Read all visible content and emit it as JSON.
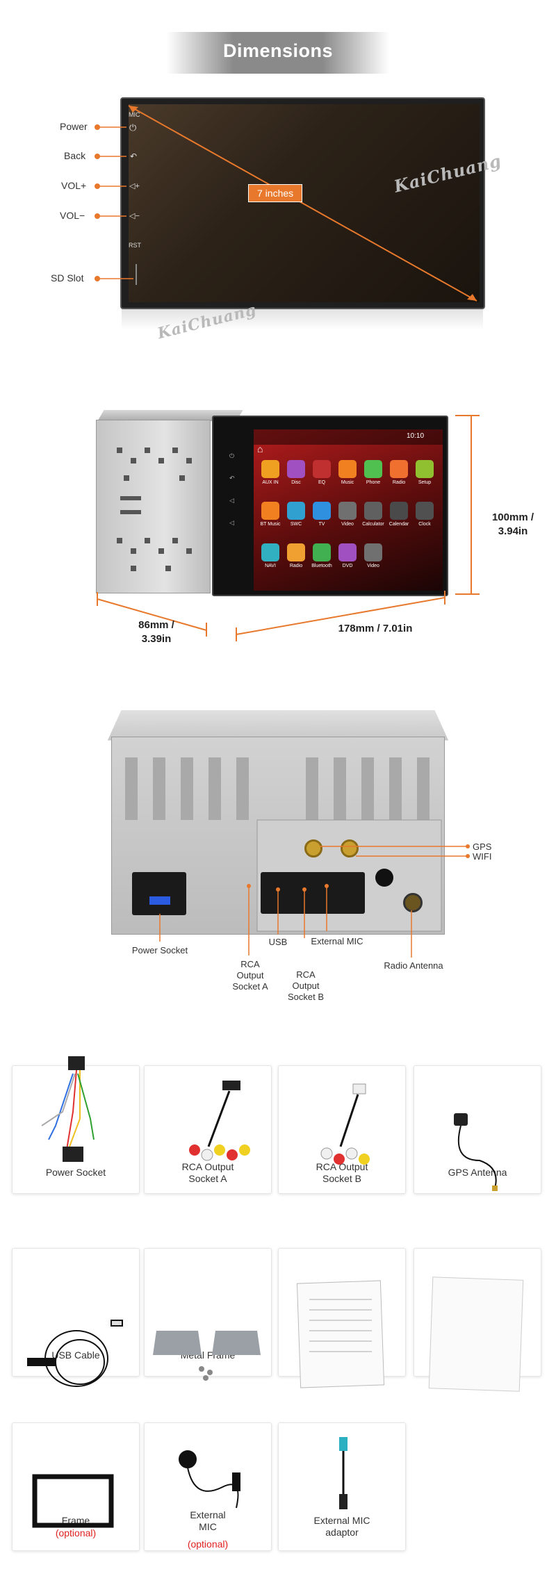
{
  "header": {
    "title": "Dimensions"
  },
  "front": {
    "labels": {
      "power": "Power",
      "back": "Back",
      "vol_up": "VOL+",
      "vol_down": "VOL−",
      "sd_slot": "SD Slot"
    },
    "bezel_marks": {
      "mic": "MIC",
      "rst": "RST"
    },
    "diagonal_badge": "7 inches",
    "watermark": "KaiChuang"
  },
  "side": {
    "height": "100mm /\n3.94in",
    "depth": "86mm /\n3.39in",
    "width": "178mm / 7.01in",
    "status_time": "10:10",
    "apps": [
      {
        "label": "AUX IN",
        "color": "#f0a020"
      },
      {
        "label": "Disc",
        "color": "#a050c0"
      },
      {
        "label": "EQ",
        "color": "#c03030"
      },
      {
        "label": "Music",
        "color": "#f08020"
      },
      {
        "label": "Phone",
        "color": "#50c050"
      },
      {
        "label": "Radio",
        "color": "#f07030"
      },
      {
        "label": "Setup",
        "color": "#90c030"
      },
      {
        "label": "BT Music",
        "color": "#f08020"
      },
      {
        "label": "SWC",
        "color": "#30a0d0"
      },
      {
        "label": "TV",
        "color": "#3090e0"
      },
      {
        "label": "Video",
        "color": "#707070"
      },
      {
        "label": "Calculator",
        "color": "#606060"
      },
      {
        "label": "Calendar",
        "color": "#4a4a4a"
      },
      {
        "label": "Clock",
        "color": "#505050"
      },
      {
        "label": "NAVI",
        "color": "#30b0c0"
      },
      {
        "label": "Radio",
        "color": "#f0a030"
      },
      {
        "label": "Bluetooth",
        "color": "#40b050"
      },
      {
        "label": "DVD",
        "color": "#a050c0"
      },
      {
        "label": "Video",
        "color": "#707070"
      }
    ]
  },
  "rear": {
    "gps": "GPS",
    "wifi": "WIFI",
    "power_socket": "Power Socket",
    "rca_a": "RCA\nOutput\nSocket A",
    "usb": "USB",
    "rca_b": "RCA\nOutput\nSocket B",
    "ext_mic": "External MIC",
    "radio_antenna": "Radio Antenna"
  },
  "accessories": [
    {
      "label": "Power Socket",
      "optional": ""
    },
    {
      "label": "RCA Output\nSocket A",
      "optional": ""
    },
    {
      "label": "RCA Output\nSocket B",
      "optional": ""
    },
    {
      "label": "GPS Antenna",
      "optional": ""
    },
    {
      "label": "USB Cable",
      "optional": ""
    },
    {
      "label": "Metal Frame",
      "optional": ""
    },
    {
      "label": "Instructions A",
      "optional": ""
    },
    {
      "label": "Instructions B",
      "optional": ""
    },
    {
      "label": "Frame",
      "optional": "(optional)"
    },
    {
      "label": "External\nMIC",
      "optional": "(optional)"
    },
    {
      "label": "External MIC\nadaptor",
      "optional": ""
    }
  ],
  "manual": {
    "title": "Owner's Manual",
    "subtitle": "Android DVD Player"
  },
  "colors": {
    "accent": "#e8792c",
    "optional": "#e02020"
  }
}
